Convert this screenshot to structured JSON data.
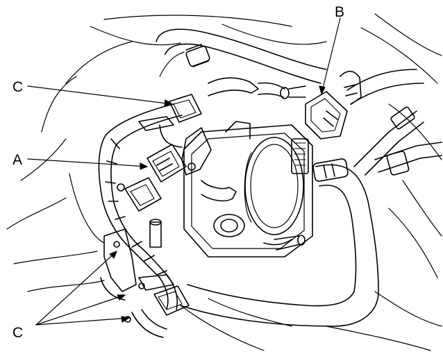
{
  "diagram": {
    "callouts": {
      "a": "A",
      "b": "B",
      "c_top": "C",
      "c_bottom": "C"
    }
  }
}
